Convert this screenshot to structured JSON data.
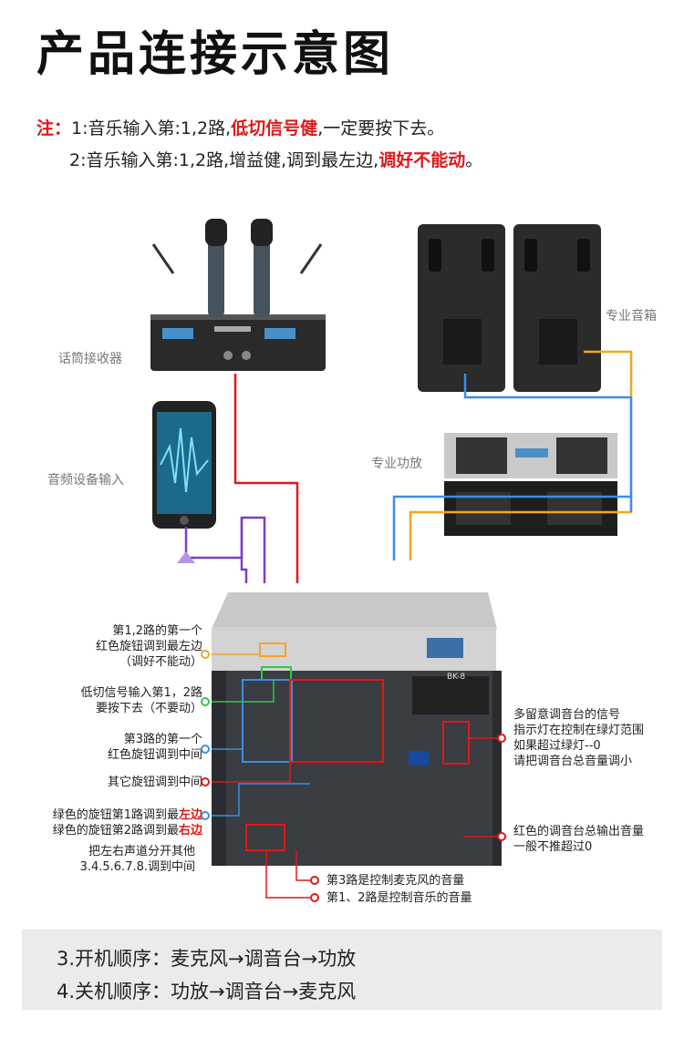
{
  "title": "产品连接示意图",
  "notes": {
    "prefix": "注：",
    "line1_a": "1:音乐输入第:1,2路,",
    "line1_red": "低切信号健",
    "line1_b": ",一定要按下去。",
    "line2_a": "2:音乐输入第:1,2路,增益健,调到最左边,",
    "line2_red": "调好不能动",
    "line2_b": "。"
  },
  "device_labels": {
    "receiver": "话筒接收器",
    "phone": "音频设备输入",
    "speakers": "专业音箱",
    "amp": "专业功放",
    "mixer_model": "BK-8"
  },
  "annotations": {
    "a1": [
      "第1,2路的第一个",
      "红色旋钮调到最左边",
      "（调好不能动）"
    ],
    "a2": [
      "低切信号输入第1，2路",
      "要按下去（不要动）"
    ],
    "a3": [
      "第3路的第一个",
      "红色旋钮调到中间"
    ],
    "a4": [
      "其它旋钮调到中间"
    ],
    "a5_1a": "绿色的旋钮第1路调到最",
    "a5_1b": "左边",
    "a5_2a": "绿色的旋钮第2路调到最",
    "a5_2b": "右边",
    "a6": [
      "把左右声道分开其他",
      "3.4.5.6.7.8.调到中间"
    ],
    "r1": [
      "多留意调音台的信号",
      "指示灯在控制在绿灯范围",
      "如果超过绿灯--0",
      "请把调音台总音量调小"
    ],
    "r2": [
      "红色的调音台总输出音量",
      "一般不推超过0"
    ],
    "b1": "第3路是控制麦克风的音量",
    "b2": "第1、2路是控制音乐的音量"
  },
  "footer": {
    "line1": "3.开机顺序：麦克风→调音台→功放",
    "line2": "4.关机顺序：功放→调音台→麦克风"
  },
  "colors": {
    "red": "#e01818",
    "orange": "#f5a623",
    "green": "#2ecc40",
    "blue": "#3a8ee6",
    "purple": "#7b3fc4"
  }
}
